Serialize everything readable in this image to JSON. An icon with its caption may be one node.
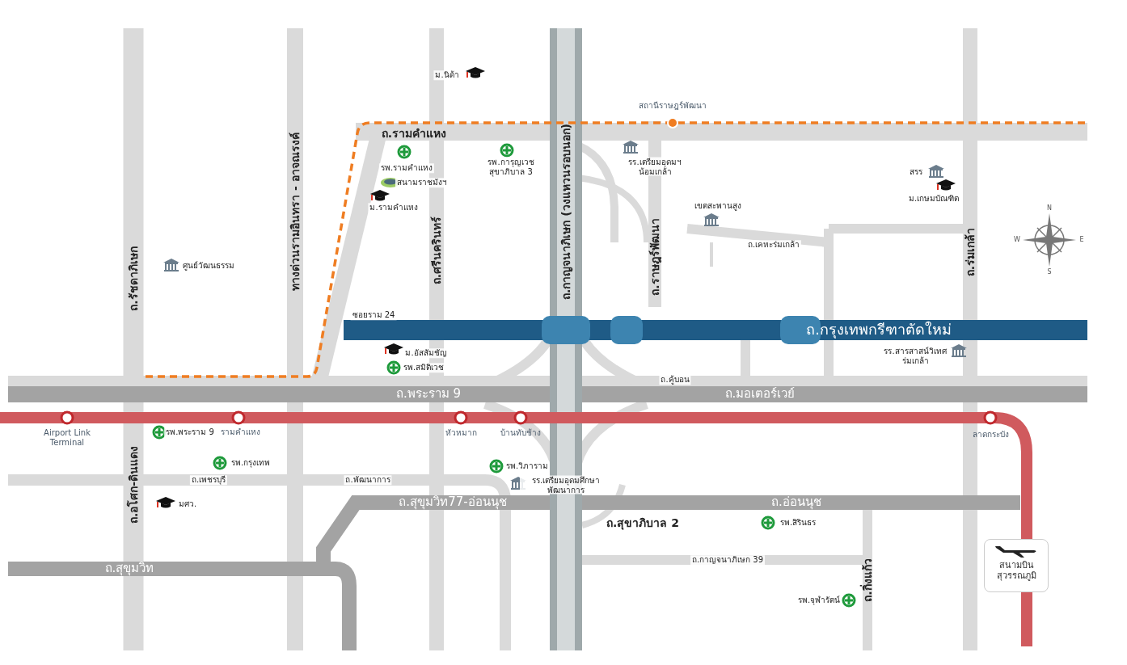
{
  "diagram": {
    "nodes": [
      {
        "text": [
          "สนามบินสุวรรณภูมิ"
        ]
      }
    ],
    "labels": [
      "ม.นิด้า",
      "สถานีราษฎร์พัฒนา",
      "ถ.รามคำแหง",
      "รพ.รามคำแหง",
      "รพ.การุญเวช สุขาภิบาล 3",
      "รร.เตรียมอุดมฯ น้อมเกล้า",
      "สนามราชมังฯ",
      "ม.รามคำแหง",
      "เขตสะพานสูง",
      "ถ.ศรีนครินทร์",
      "ถ.กาญจนาภิเษก (วงแหวนรอบนอก)",
      "ถ.ราษฎร์พัฒนา",
      "ถ.เคหะร่มเกล้า",
      "ถ.รัชดาภิเษก",
      "ศูนย์วัฒนธรรม",
      "ทางด่วนรามอินทรา - อาจณรงค์",
      "ถ.ร่มเกล้า",
      "ซอยราม 24",
      "ถ.กรุงเทพกรีฑาตัดใหม่",
      "สรร",
      "ม.เกษมบัณฑิต",
      "ม.อัสสัมชัญ",
      "รพ.สมิติเวช",
      "รร.สารสาสน์วิเทศร่มเกล้า",
      "ถ.คู้บอน",
      "ถ.พระราม 9",
      "ถ.มอเตอร์เวย์",
      "Airport Link Terminal",
      "รพ.พระราม 9",
      "รามคำแหง",
      "หัวหมาก",
      "บ้านทับช้าง",
      "ลาดกระบัง",
      "ถ.อโศก-ดินแดง",
      "รพ.กรุงเทพ",
      "ถ.เพชรบุรี",
      "ถ.พัฒนาการ",
      "รพ.วิภาราม",
      "รร.เตรียมอุดมศึกษาพัฒนาการ",
      "ถ.สุขุมวิท77-อ่อนนุช",
      "ถ.อ่อนนุช",
      "มศว.",
      "ถ.สุขาภิบาล 2",
      "รพ.สิรินธร",
      "ถ.กาญจนาภิเษก 39",
      "ถ.กิ่งแก้ว",
      "ถ.สุขุมวิท",
      "รพ.จุฬารัตน์",
      "N",
      "E",
      "S",
      "W"
    ]
  }
}
